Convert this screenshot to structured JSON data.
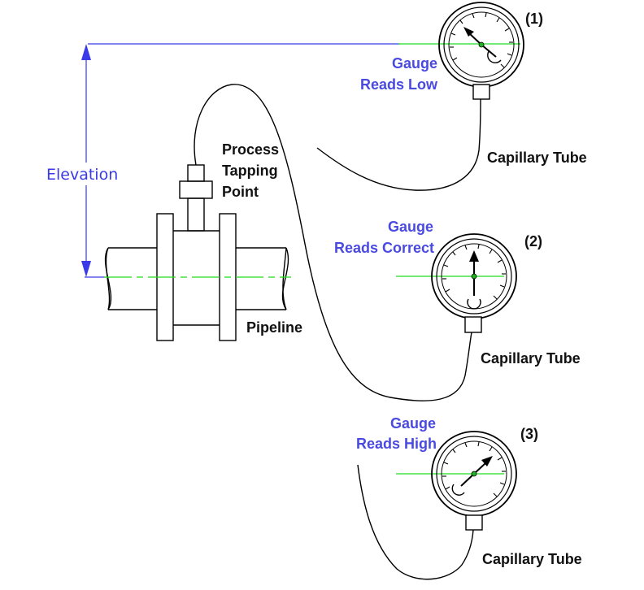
{
  "labels": {
    "elevation": "Elevation",
    "process_tapping": [
      "Process",
      "Tapping",
      "Point"
    ],
    "pipeline": "Pipeline",
    "capillary_tube": "Capillary Tube"
  },
  "gauges": [
    {
      "number": "(1)",
      "status": [
        "Gauge",
        "Reads Low"
      ]
    },
    {
      "number": "(2)",
      "status": [
        "Gauge",
        "Reads Correct"
      ]
    },
    {
      "number": "(3)",
      "status": [
        "Gauge",
        "Reads High"
      ]
    }
  ],
  "colors": {
    "annotation_blue": "#4a4ae0",
    "elevation_blue": "#3a3ae8",
    "centerline_green": "#22dd22",
    "pointer_dot_green": "#1fb31f"
  }
}
